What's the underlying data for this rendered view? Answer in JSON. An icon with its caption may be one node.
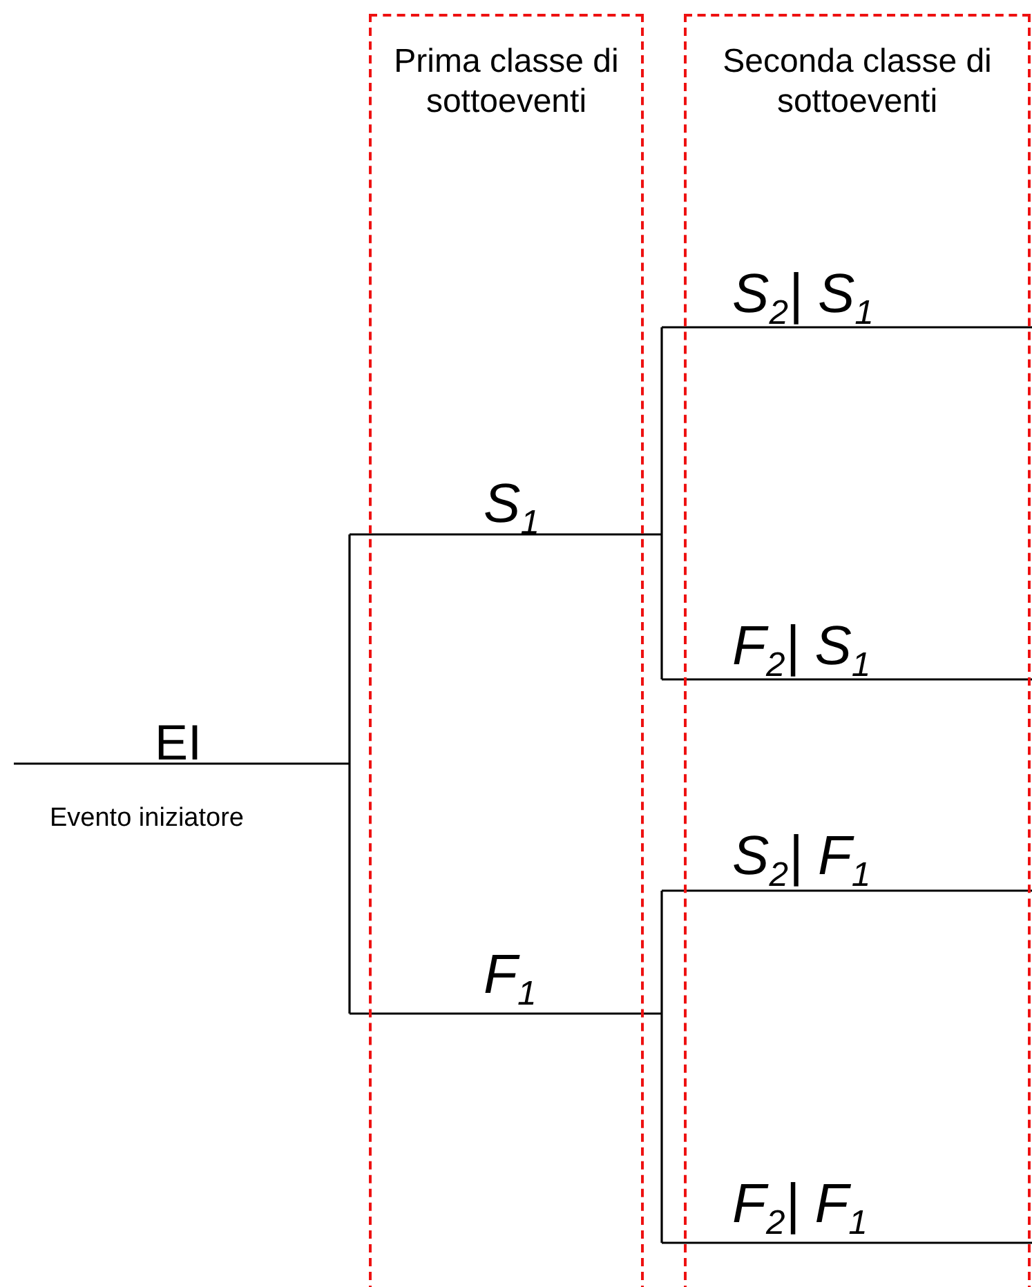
{
  "diagram": {
    "nodes": [
      {
        "text": [
          "Prima classe di sottoeventi"
        ]
      },
      {
        "text": [
          "Seconda classe di sottoeventi"
        ]
      }
    ],
    "labels": [
      "S$_{2}$| S$_{1}$",
      "S$_{1}$",
      "F$_{2}$| S$_{1}$",
      "EI",
      "Evento iniziatore",
      "S$_{2}$| F$_{1}$",
      "F$_{1}$",
      "F$_{2}$| F$_{1}$"
    ]
  }
}
